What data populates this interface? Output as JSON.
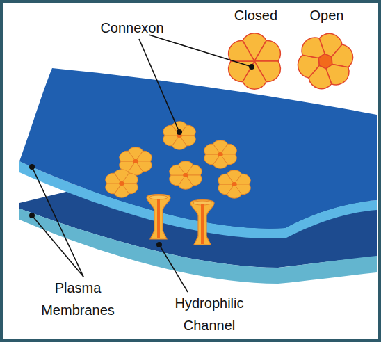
{
  "diagram": {
    "labels": [
      "Connexon",
      "Closed",
      "Open",
      "Plasma Membranes",
      "Hydrophilic Channel"
    ]
  }
}
